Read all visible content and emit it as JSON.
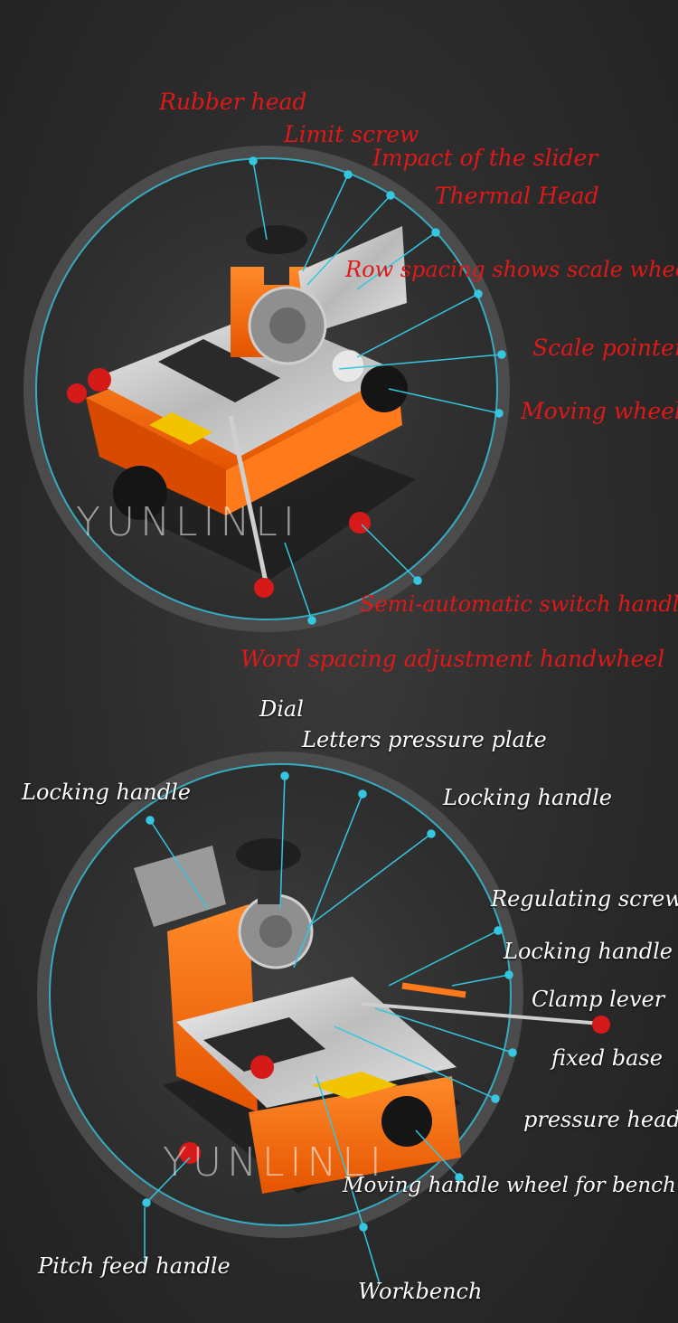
{
  "top_diagram": {
    "labels": {
      "rubber_head": "Rubber head",
      "limit_screw": "Limit screw",
      "slider_impact": "Impact of the slider",
      "thermal_head": "Thermal Head",
      "row_spacing_wheel": "Row spacing shows scale wheel",
      "scale_pointer": "Scale pointer",
      "moving_wheel": "Moving wheel",
      "semi_auto_handle": "Semi-automatic switch handle",
      "word_spacing_handwheel": "Word spacing adjustment handwheel"
    },
    "watermark": "YUNLINLI"
  },
  "bottom_diagram": {
    "labels": {
      "dial": "Dial",
      "letters_pressure_plate": "Letters pressure plate",
      "locking_handle_left": "Locking handle",
      "locking_handle_right": "Locking handle",
      "regulating_screw": "Regulating screw",
      "locking_handle_mid": "Locking handle",
      "clamp_lever": "Clamp lever",
      "fixed_base": "fixed base",
      "pressure_head": "pressure head",
      "moving_handle_wheel": "Moving handle wheel for bench",
      "pitch_feed_handle": "Pitch feed handle",
      "workbench": "Workbench"
    },
    "watermark": "YUNLINLI"
  },
  "colors": {
    "label_top": "#e01818",
    "label_bottom": "#ffffff",
    "leader_line": "#35c7e0",
    "machine_orange": "#ff6a10",
    "ring": "#5a5a5a"
  }
}
